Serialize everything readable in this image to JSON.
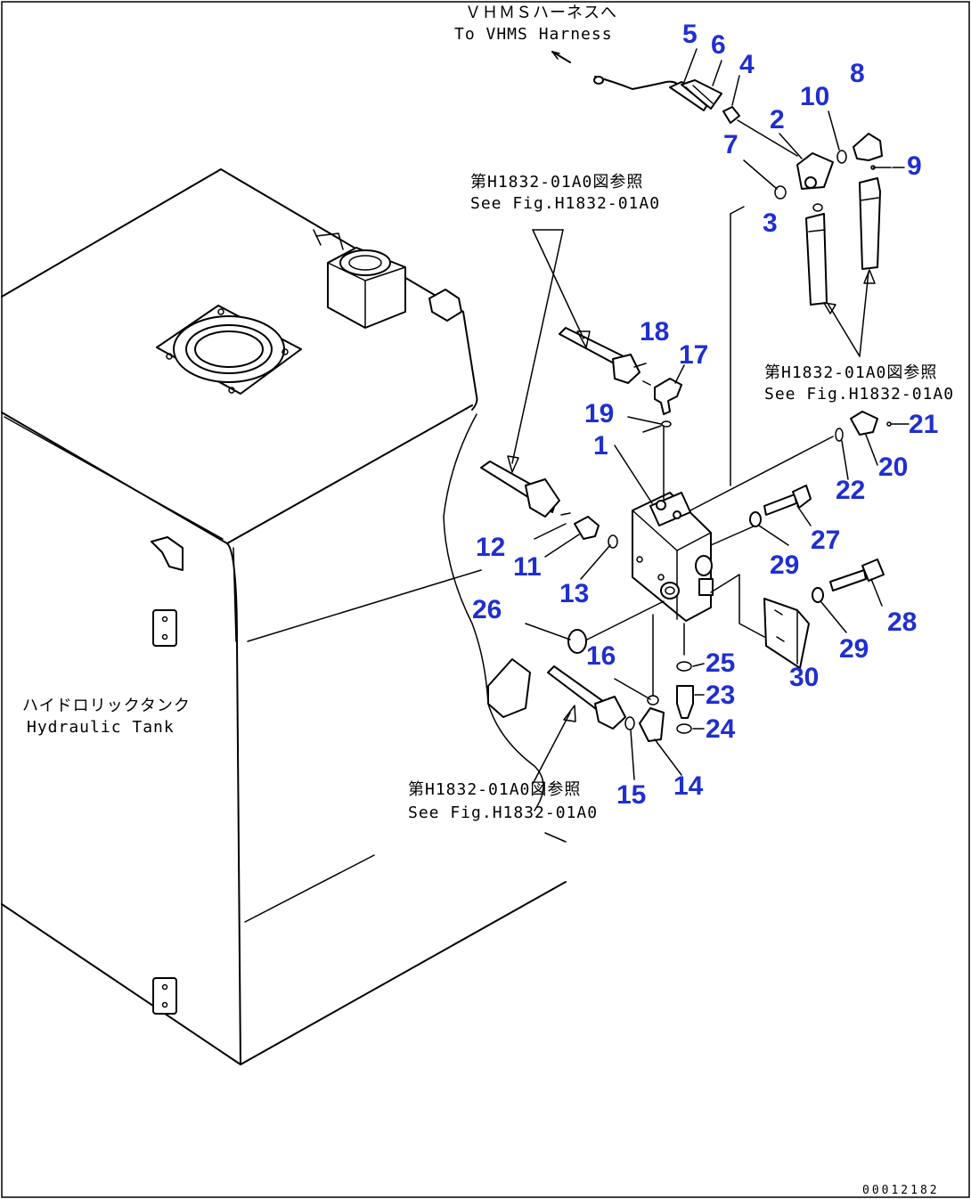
{
  "notes": {
    "vhms_jp": "ＶＨＭＳハーネスへ",
    "vhms_en": "To VHMS Harness",
    "ref_top_jp": "第H1832-01A0図参照",
    "ref_top_en": "See Fig.H1832-01A0",
    "ref_right_jp": "第H1832-01A0図参照",
    "ref_right_en": "See Fig.H1832-01A0",
    "ref_bottom_jp": "第H1832-01A0図参照",
    "ref_bottom_en": "See Fig.H1832-01A0",
    "tank_jp": "ハイドロリックタンク",
    "tank_en": "Hydraulic Tank"
  },
  "drawing_code": "00012182",
  "callouts": {
    "n1": "1",
    "n2": "2",
    "n3": "3",
    "n4": "4",
    "n5": "5",
    "n6": "6",
    "n7": "7",
    "n8": "8",
    "n9": "9",
    "n10": "10",
    "n11": "11",
    "n12": "12",
    "n13": "13",
    "n14": "14",
    "n15": "15",
    "n16": "16",
    "n17": "17",
    "n18": "18",
    "n19": "19",
    "n20": "20",
    "n21": "21",
    "n22": "22",
    "n23": "23",
    "n24": "24",
    "n25": "25",
    "n26": "26",
    "n27": "27",
    "n28": "28",
    "n29a": "29",
    "n29b": "29",
    "n30": "30"
  },
  "colors": {
    "callout": "#1f2fd0",
    "line": "#000000"
  }
}
